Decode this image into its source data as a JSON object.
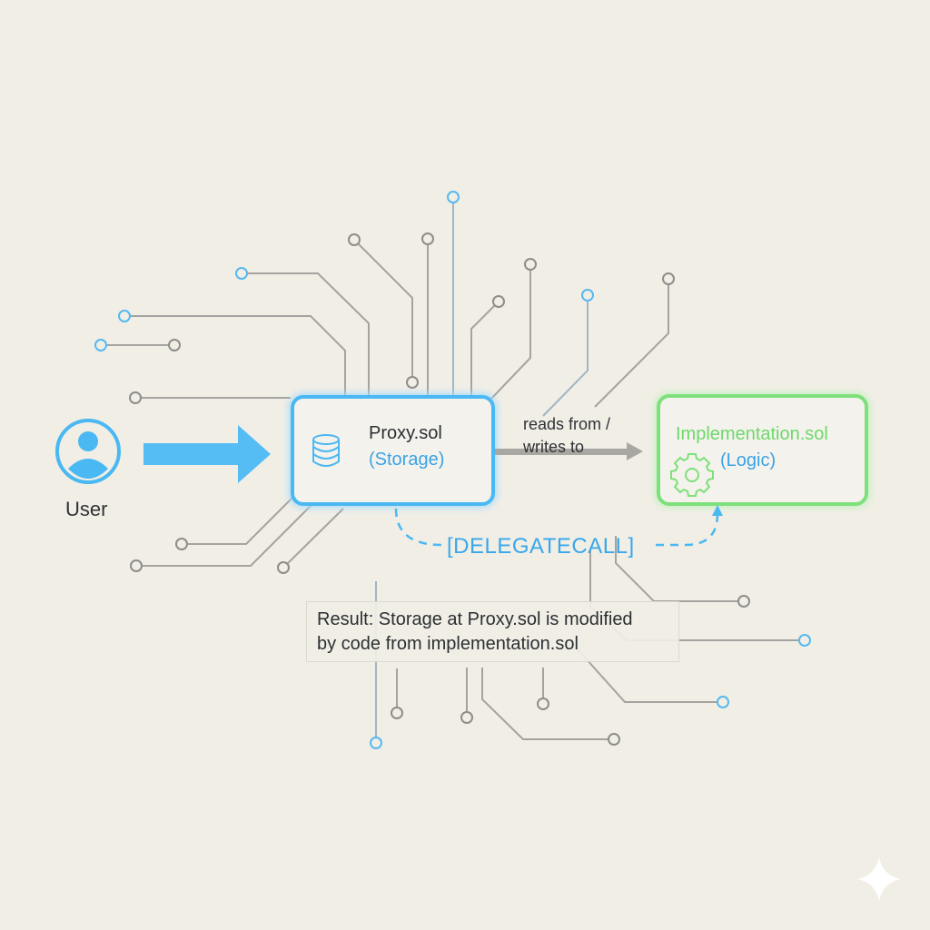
{
  "user": {
    "label": "User",
    "icon": "user-avatar-icon"
  },
  "proxy": {
    "title": "Proxy.sol",
    "subtitle": "(Storage)",
    "icon": "database-icon",
    "color": "#4ab8f2"
  },
  "implementation": {
    "title": "Implementation.sol",
    "subtitle": "(Logic)",
    "icon": "gear-icon",
    "color": "#7ee07a"
  },
  "edge_label": {
    "line1": "reads from /",
    "line2": "writes to"
  },
  "delegatecall": {
    "label": "[DELEGATECALL]"
  },
  "result": {
    "line1": "Result: Storage at Proxy.sol is modified",
    "line2": "by code from implementation.sol"
  },
  "colors": {
    "background": "#f1eee6",
    "accent_blue": "#4ab8f2",
    "accent_green": "#7ee07a",
    "circuit_gray": "#9c9b98"
  }
}
